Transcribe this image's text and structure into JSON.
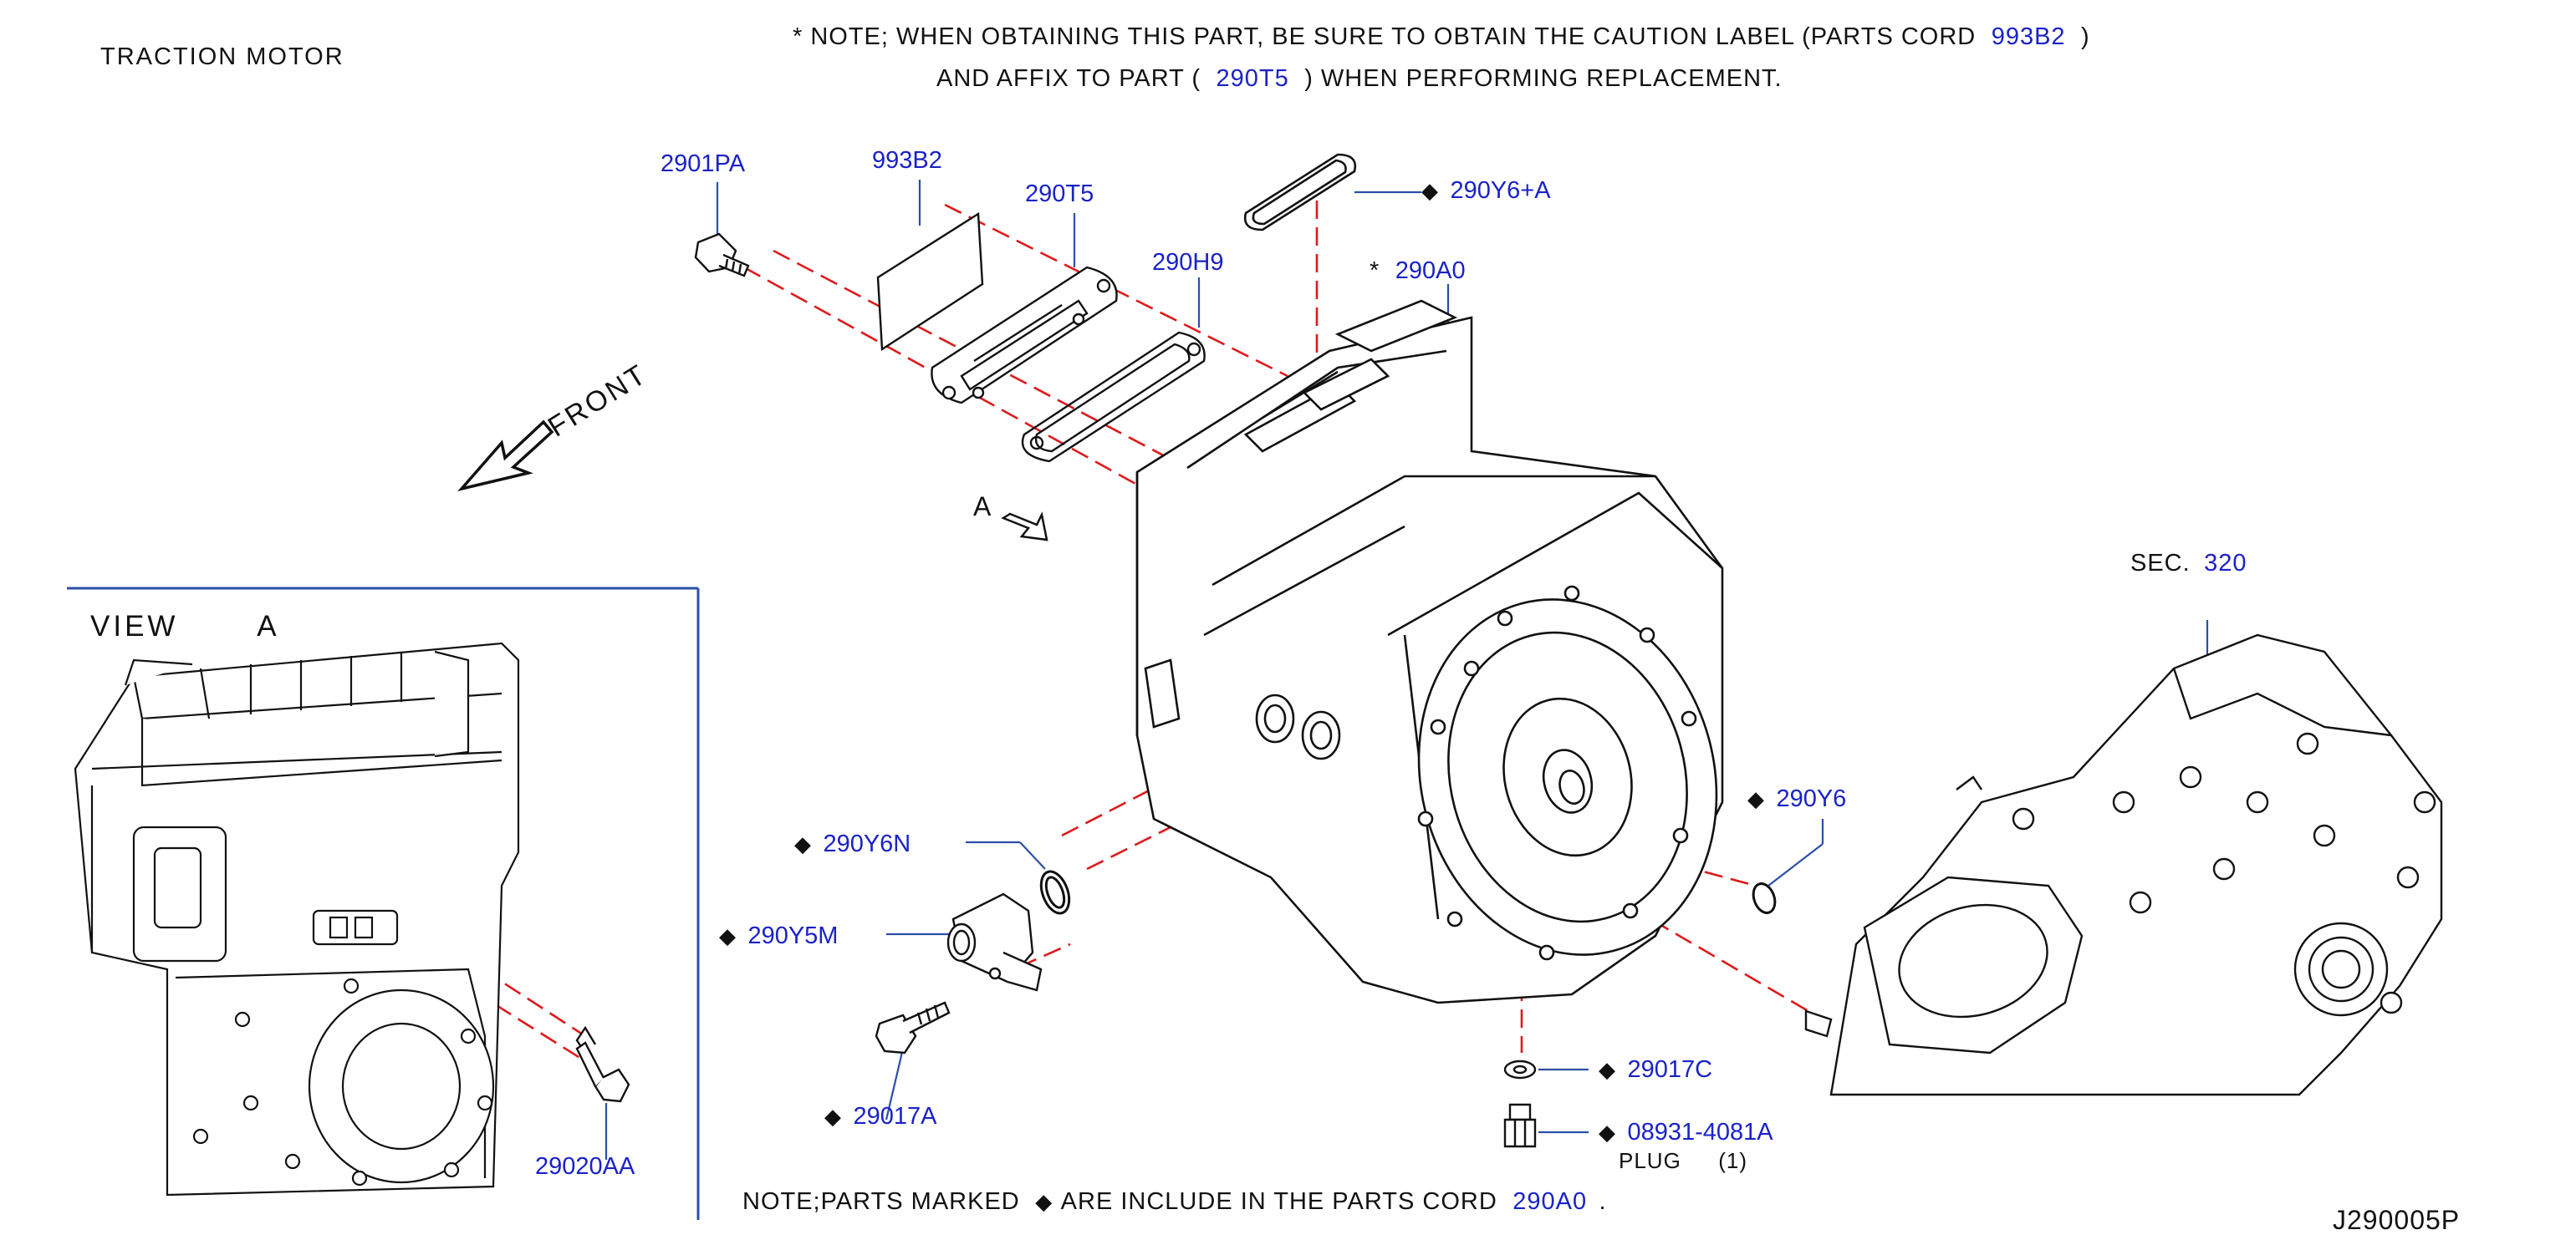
{
  "header": {
    "title": "TRACTION MOTOR",
    "note_line1_prefix": "*  NOTE;  WHEN  OBTAINING  THIS  PART,  BE  SURE  TO  OBTAIN  THE  CAUTION  LABEL  (PARTS  CORD",
    "note_line1_code": "993B2",
    "note_line1_suffix": ")",
    "note_line2_prefix": "AND  AFFIX  TO  PART  (",
    "note_line2_code": "290T5",
    "note_line2_suffix": ")  WHEN  PERFORMING  REPLACEMENT."
  },
  "front_label": "FRONT",
  "view_a": {
    "title": "VIEW",
    "letter": "A"
  },
  "view_marker": "A",
  "callouts": [
    {
      "id": "2901PA",
      "label": "2901PA",
      "diamond": false,
      "asterisk": false
    },
    {
      "id": "993B2",
      "label": "993B2",
      "diamond": false,
      "asterisk": false
    },
    {
      "id": "290T5",
      "label": "290T5",
      "diamond": false,
      "asterisk": false
    },
    {
      "id": "290H9",
      "label": "290H9",
      "diamond": false,
      "asterisk": false
    },
    {
      "id": "290Y6+A",
      "label": "290Y6+A",
      "diamond": true,
      "asterisk": false
    },
    {
      "id": "290A0",
      "label": "290A0",
      "diamond": false,
      "asterisk": true
    },
    {
      "id": "290Y6N",
      "label": "290Y6N",
      "diamond": true,
      "asterisk": false
    },
    {
      "id": "290Y5M",
      "label": "290Y5M",
      "diamond": true,
      "asterisk": false
    },
    {
      "id": "29017A",
      "label": "29017A",
      "diamond": true,
      "asterisk": false
    },
    {
      "id": "290Y6",
      "label": "290Y6",
      "diamond": true,
      "asterisk": false
    },
    {
      "id": "29017C",
      "label": "29017C",
      "diamond": true,
      "asterisk": false
    },
    {
      "id": "08931-4081A",
      "label": "08931-4081A",
      "diamond": true,
      "asterisk": false
    },
    {
      "id": "29020AA",
      "label": "29020AA",
      "diamond": false,
      "asterisk": false
    }
  ],
  "plug": {
    "text": "PLUG",
    "qty": "(1)"
  },
  "sec_ref": {
    "prefix": "SEC.",
    "code": "320"
  },
  "footer": {
    "note_prefix": "NOTE;PARTS  MARKED",
    "note_middle": "ARE  INCLUDE  IN  THE  PARTS  CORD",
    "note_code": "290A0",
    "note_suffix": ".",
    "diagram_id": "J290005P"
  },
  "symbols": {
    "diamond": "◆",
    "asterisk": "*"
  },
  "colors": {
    "link_blue": "#1a22c8",
    "line_black": "#111111",
    "dash_red": "#e0191b",
    "frame_blue": "#2a4fa8"
  }
}
